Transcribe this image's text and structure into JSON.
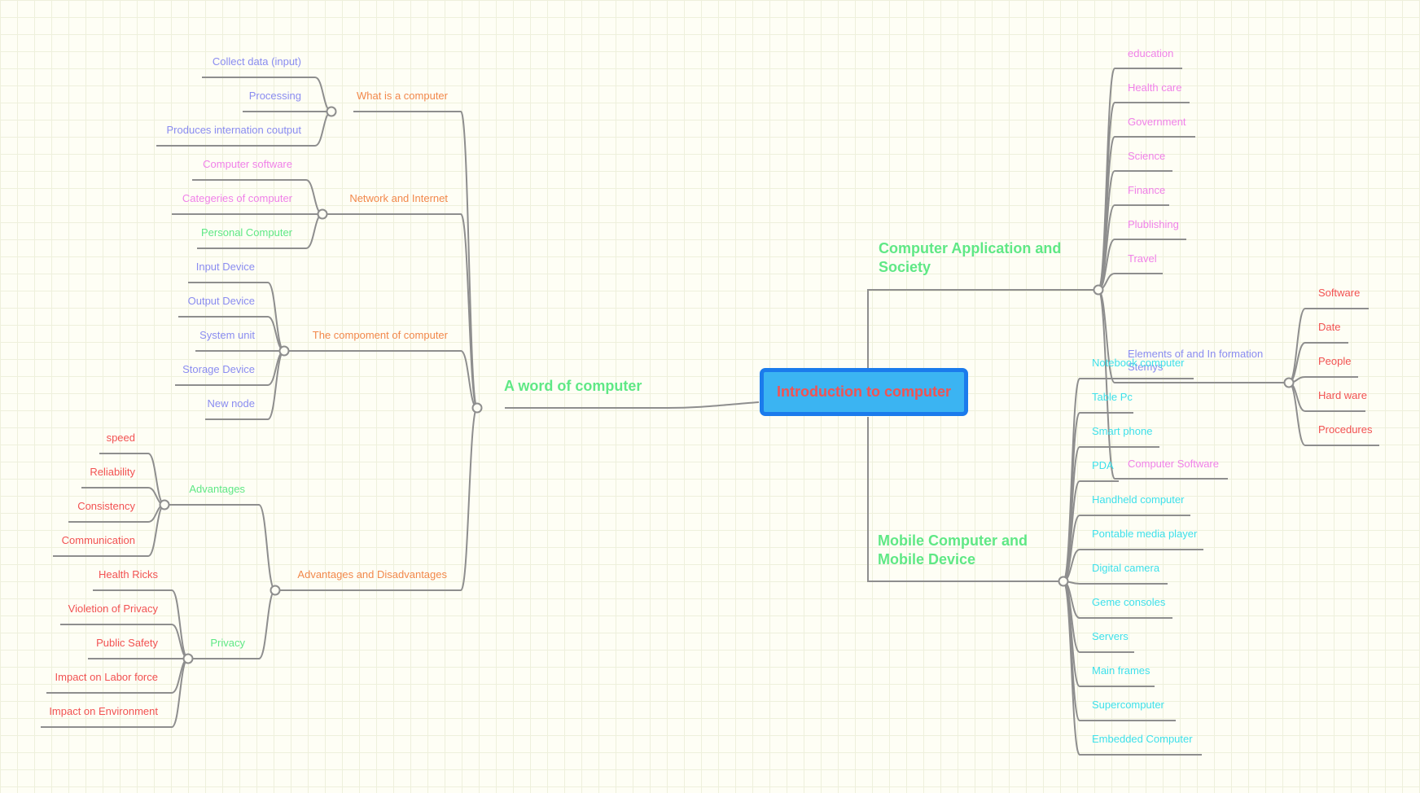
{
  "colors": {
    "line": "#8e8e8e",
    "orange": "#f2884b",
    "blue": "#8a8cf0",
    "pink": "#f081e8",
    "green": "#5fe885",
    "red": "#f25252",
    "cyan": "#3ee0ea",
    "root_text": "#f25252",
    "root_fill": "#3bb4f2",
    "root_border": "#1b7bec"
  },
  "root": {
    "label": "Introduction to computer"
  },
  "left": {
    "main": {
      "label": "A word of computer"
    },
    "what_is": {
      "label": "What is a computer",
      "children": [
        "Collect data (input)",
        "Processing",
        "Produces internation coutput"
      ]
    },
    "network": {
      "label": "Network and Internet",
      "children": [
        "Computer software",
        "Categeries of computer",
        "Personal Computer"
      ]
    },
    "component": {
      "label": "The compoment of computer",
      "children": [
        "Input Device",
        "Output Device",
        "System unit",
        "Storage Device",
        "New node"
      ]
    },
    "adv_dis": {
      "label": "Advantages and Disadvantages",
      "advantages": {
        "label": "Advantages",
        "children": [
          "speed",
          "Reliability",
          "Consistency",
          "Communication"
        ]
      },
      "privacy": {
        "label": "Privacy",
        "children": [
          "Health Ricks",
          "Violetion of Privacy",
          "Public Safety",
          "Impact on Labor force",
          "Impact on Environment"
        ]
      }
    }
  },
  "right": {
    "society": {
      "label": "Computer Application and Society",
      "children": [
        "education",
        "Health care",
        "Government",
        "Science",
        "Finance",
        "Plublishing",
        "Travel"
      ],
      "elements": {
        "label": "Elements of and In formation Stemys",
        "children": [
          "Software",
          "Date",
          "People",
          "Hard ware",
          "Procedures"
        ]
      },
      "software": {
        "label": "Computer Software"
      }
    },
    "mobile": {
      "label": "Mobile Computer and Mobile Device",
      "children": [
        "Notebook computer",
        "Table Pc",
        "Smart phone",
        "PDA",
        "Handheld computer",
        "Pontable media player",
        "Digital camera",
        "Geme consoles",
        "Servers",
        "Main frames",
        "Supercomputer",
        "Embedded Computer"
      ]
    }
  }
}
